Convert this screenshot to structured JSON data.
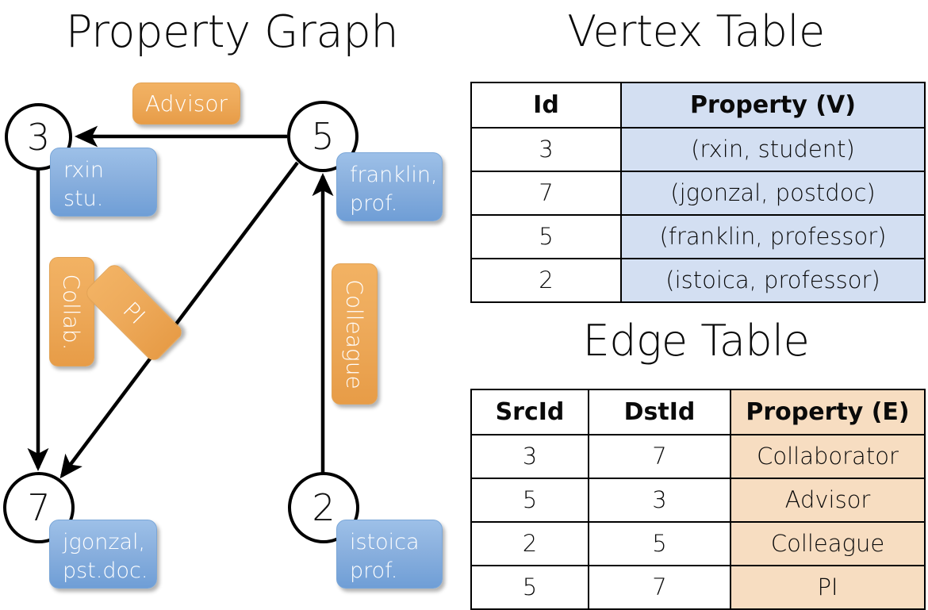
{
  "titles": {
    "property_graph": "Property Graph",
    "vertex_table": "Vertex Table",
    "edge_table": "Edge Table"
  },
  "graph": {
    "nodes": [
      {
        "id": "3",
        "label": "3",
        "property": "rxin\nstu."
      },
      {
        "id": "5",
        "label": "5",
        "property": "franklin,\nprof."
      },
      {
        "id": "7",
        "label": "7",
        "property": "jgonzal,\npst.doc."
      },
      {
        "id": "2",
        "label": "2",
        "property": "istoica\nprof."
      }
    ],
    "edge_labels": [
      {
        "key": "advisor",
        "text": "Advisor"
      },
      {
        "key": "collab",
        "text": "Collab."
      },
      {
        "key": "pi",
        "text": "PI"
      },
      {
        "key": "colleague",
        "text": "Colleague"
      }
    ],
    "edges": [
      {
        "src": "5",
        "dst": "3",
        "label": "Advisor"
      },
      {
        "src": "3",
        "dst": "7",
        "label": "Collab."
      },
      {
        "src": "5",
        "dst": "7",
        "label": "PI"
      },
      {
        "src": "2",
        "dst": "5",
        "label": "Colleague"
      }
    ]
  },
  "vertex_table": {
    "columns": [
      "Id",
      "Property (V)"
    ],
    "rows": [
      {
        "id": "3",
        "property": "(rxin, student)"
      },
      {
        "id": "7",
        "property": "(jgonzal, postdoc)"
      },
      {
        "id": "5",
        "property": "(franklin, professor)"
      },
      {
        "id": "2",
        "property": "(istoica, professor)"
      }
    ]
  },
  "edge_table": {
    "columns": [
      "SrcId",
      "DstId",
      "Property (E)"
    ],
    "rows": [
      {
        "src": "3",
        "dst": "7",
        "property": "Collaborator"
      },
      {
        "src": "5",
        "dst": "3",
        "property": "Advisor"
      },
      {
        "src": "2",
        "dst": "5",
        "property": "Colleague"
      },
      {
        "src": "5",
        "dst": "7",
        "property": "PI"
      }
    ]
  },
  "colors": {
    "vertex_property_fill": "#d3dff2",
    "edge_property_fill": "#f7ddc1",
    "node_callout_blue": "#8ab0de",
    "edge_callout_orange": "#eeab5c",
    "stroke": "#000000",
    "background": "#ffffff"
  }
}
